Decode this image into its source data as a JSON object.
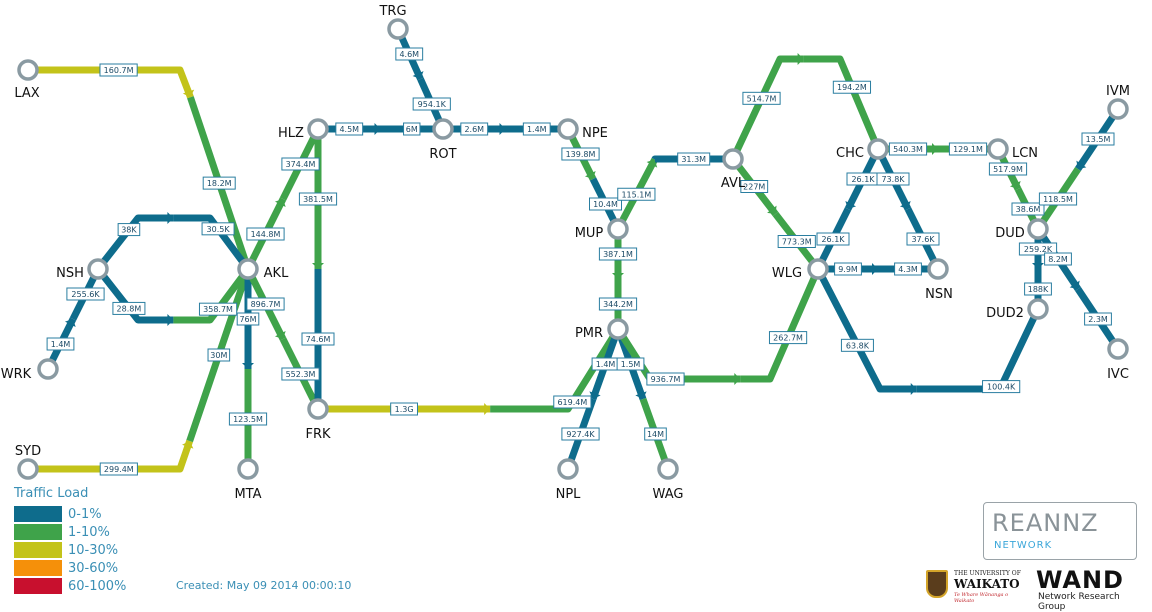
{
  "colors": {
    "load_0_1": "#0e6c8c",
    "load_1_10": "#3fa34a",
    "load_10_30": "#c3c31a",
    "load_30_60": "#f5900a",
    "load_60_100": "#c8102e",
    "node_ring": "#8a9aa2"
  },
  "legend": {
    "title": "Traffic Load",
    "items": [
      {
        "label": "0-1%",
        "color": "#0e6c8c"
      },
      {
        "label": "1-10%",
        "color": "#3fa34a"
      },
      {
        "label": "10-30%",
        "color": "#c3c31a"
      },
      {
        "label": "30-60%",
        "color": "#f5900a"
      },
      {
        "label": "60-100%",
        "color": "#c8102e"
      }
    ]
  },
  "created": "Created: May 09 2014 00:00:10",
  "logos": {
    "reannz": "REANNZ",
    "reannz_sub": "NETWORK",
    "waikato_small": "THE UNIVERSITY OF",
    "waikato_name": "WAIKATO",
    "waikato_tag": "Te Whare Wānanga o Waikato",
    "wand_main": "WAND",
    "wand_sub": "Network Research Group"
  },
  "nodes": [
    {
      "id": "LAX",
      "label": "LAX"
    },
    {
      "id": "SYD",
      "label": "SYD"
    },
    {
      "id": "WRK",
      "label": "WRK"
    },
    {
      "id": "NSH",
      "label": "NSH"
    },
    {
      "id": "AKL",
      "label": "AKL"
    },
    {
      "id": "MTA",
      "label": "MTA"
    },
    {
      "id": "HLZ",
      "label": "HLZ"
    },
    {
      "id": "FRK",
      "label": "FRK"
    },
    {
      "id": "TRG",
      "label": "TRG"
    },
    {
      "id": "ROT",
      "label": "ROT"
    },
    {
      "id": "NPE",
      "label": "NPE"
    },
    {
      "id": "MUP",
      "label": "MUP"
    },
    {
      "id": "PMR",
      "label": "PMR"
    },
    {
      "id": "NPL",
      "label": "NPL"
    },
    {
      "id": "WAG",
      "label": "WAG"
    },
    {
      "id": "AVL",
      "label": "AVL"
    },
    {
      "id": "WLG",
      "label": "WLG"
    },
    {
      "id": "CHC",
      "label": "CHC"
    },
    {
      "id": "NSN",
      "label": "NSN"
    },
    {
      "id": "LCN",
      "label": "LCN"
    },
    {
      "id": "DUD",
      "label": "DUD"
    },
    {
      "id": "DUD2",
      "label": "DUD2"
    },
    {
      "id": "IVM",
      "label": "IVM"
    },
    {
      "id": "IVC",
      "label": "IVC"
    }
  ],
  "links": [
    {
      "from": "LAX",
      "to": "AKL",
      "out": "160.7M",
      "in": "18.2M",
      "out_load": "10-30%",
      "in_load": "1-10%"
    },
    {
      "from": "SYD",
      "to": "AKL",
      "out": "299.4M",
      "in": "30M",
      "out_load": "10-30%",
      "in_load": "1-10%"
    },
    {
      "from": "NSH",
      "to": "AKL",
      "out": "38K",
      "in": "30.5K",
      "out_load": "0-1%",
      "in_load": "0-1%"
    },
    {
      "from": "NSH",
      "to": "AKL",
      "out": "28.8M",
      "in": "358.7M",
      "out_load": "0-1%",
      "in_load": "1-10%"
    },
    {
      "from": "WRK",
      "to": "NSH",
      "out": "1.4M",
      "in": "255.6K",
      "out_load": "0-1%",
      "in_load": "0-1%"
    },
    {
      "from": "AKL",
      "to": "HLZ",
      "out": "144.8M",
      "in": "374.4M",
      "out_load": "1-10%",
      "in_load": "1-10%"
    },
    {
      "from": "AKL",
      "to": "MTA",
      "out": "76M",
      "in": "123.5M",
      "out_load": "0-1%",
      "in_load": "1-10%"
    },
    {
      "from": "AKL",
      "to": "FRK",
      "out": "896.7M",
      "in": "552.3M",
      "out_load": "1-10%",
      "in_load": "1-10%"
    },
    {
      "from": "HLZ",
      "to": "FRK",
      "out": "381.5M",
      "in": "74.6M",
      "out_load": "1-10%",
      "in_load": "0-1%"
    },
    {
      "from": "HLZ",
      "to": "ROT",
      "out": "4.5M",
      "in": "6M",
      "out_load": "0-1%",
      "in_load": "0-1%"
    },
    {
      "from": "TRG",
      "to": "ROT",
      "out": "4.6M",
      "in": "954.1K",
      "out_load": "0-1%",
      "in_load": "0-1%"
    },
    {
      "from": "ROT",
      "to": "NPE",
      "out": "2.6M",
      "in": "1.4M",
      "out_load": "0-1%",
      "in_load": "0-1%"
    },
    {
      "from": "NPE",
      "to": "MUP",
      "out": "139.8M",
      "in": "10.4M",
      "out_load": "1-10%",
      "in_load": "0-1%"
    },
    {
      "from": "FRK",
      "to": "PMR",
      "out": "1.3G",
      "in": "619.4M",
      "out_load": "10-30%",
      "in_load": "1-10%"
    },
    {
      "from": "MUP",
      "to": "AVL",
      "out": "115.1M",
      "in": "31.3M",
      "out_load": "1-10%",
      "in_load": "0-1%"
    },
    {
      "from": "MUP",
      "to": "PMR",
      "out": "387.1M",
      "in": "344.2M",
      "out_load": "1-10%",
      "in_load": "1-10%"
    },
    {
      "from": "PMR",
      "to": "NPL",
      "out": "1.4M",
      "in": "927.4K",
      "out_load": "0-1%",
      "in_load": "0-1%"
    },
    {
      "from": "PMR",
      "to": "WAG",
      "out": "1.5M",
      "in": "14M",
      "out_load": "0-1%",
      "in_load": "1-10%"
    },
    {
      "from": "PMR",
      "to": "WLG",
      "out": "936.7M",
      "in": "262.7M",
      "out_load": "1-10%",
      "in_load": "1-10%"
    },
    {
      "from": "AVL",
      "to": "CHC",
      "out": "514.7M",
      "in": "194.2M",
      "out_load": "1-10%",
      "in_load": "1-10%"
    },
    {
      "from": "AVL",
      "to": "WLG",
      "out": "227M",
      "in": "773.3M",
      "out_load": "1-10%",
      "in_load": "1-10%"
    },
    {
      "from": "CHC",
      "to": "WLG",
      "out": "26.1K",
      "in": "26.1K",
      "out_load": "0-1%",
      "in_load": "0-1%"
    },
    {
      "from": "CHC",
      "to": "NSN",
      "out": "73.8K",
      "in": "37.6K",
      "out_load": "0-1%",
      "in_load": "0-1%"
    },
    {
      "from": "WLG",
      "to": "NSN",
      "out": "9.9M",
      "in": "4.3M",
      "out_load": "0-1%",
      "in_load": "0-1%"
    },
    {
      "from": "CHC",
      "to": "LCN",
      "out": "540.3M",
      "in": "129.1M",
      "out_load": "1-10%",
      "in_load": "1-10%"
    },
    {
      "from": "LCN",
      "to": "DUD",
      "out": "517.9M",
      "in": "38.6M",
      "out_load": "1-10%",
      "in_load": "1-10%"
    },
    {
      "from": "WLG",
      "to": "DUD2",
      "out": "63.8K",
      "in": "100.4K",
      "out_load": "0-1%",
      "in_load": "0-1%"
    },
    {
      "from": "DUD",
      "to": "DUD2",
      "out": "259.2K",
      "in": "188K",
      "out_load": "0-1%",
      "in_load": "0-1%"
    },
    {
      "from": "IVM",
      "to": "DUD",
      "out": "13.5M",
      "in": "118.5M",
      "out_load": "0-1%",
      "in_load": "1-10%"
    },
    {
      "from": "DUD",
      "to": "IVC",
      "out": "8.2M",
      "in": "2.3M",
      "out_load": "0-1%",
      "in_load": "0-1%"
    }
  ]
}
